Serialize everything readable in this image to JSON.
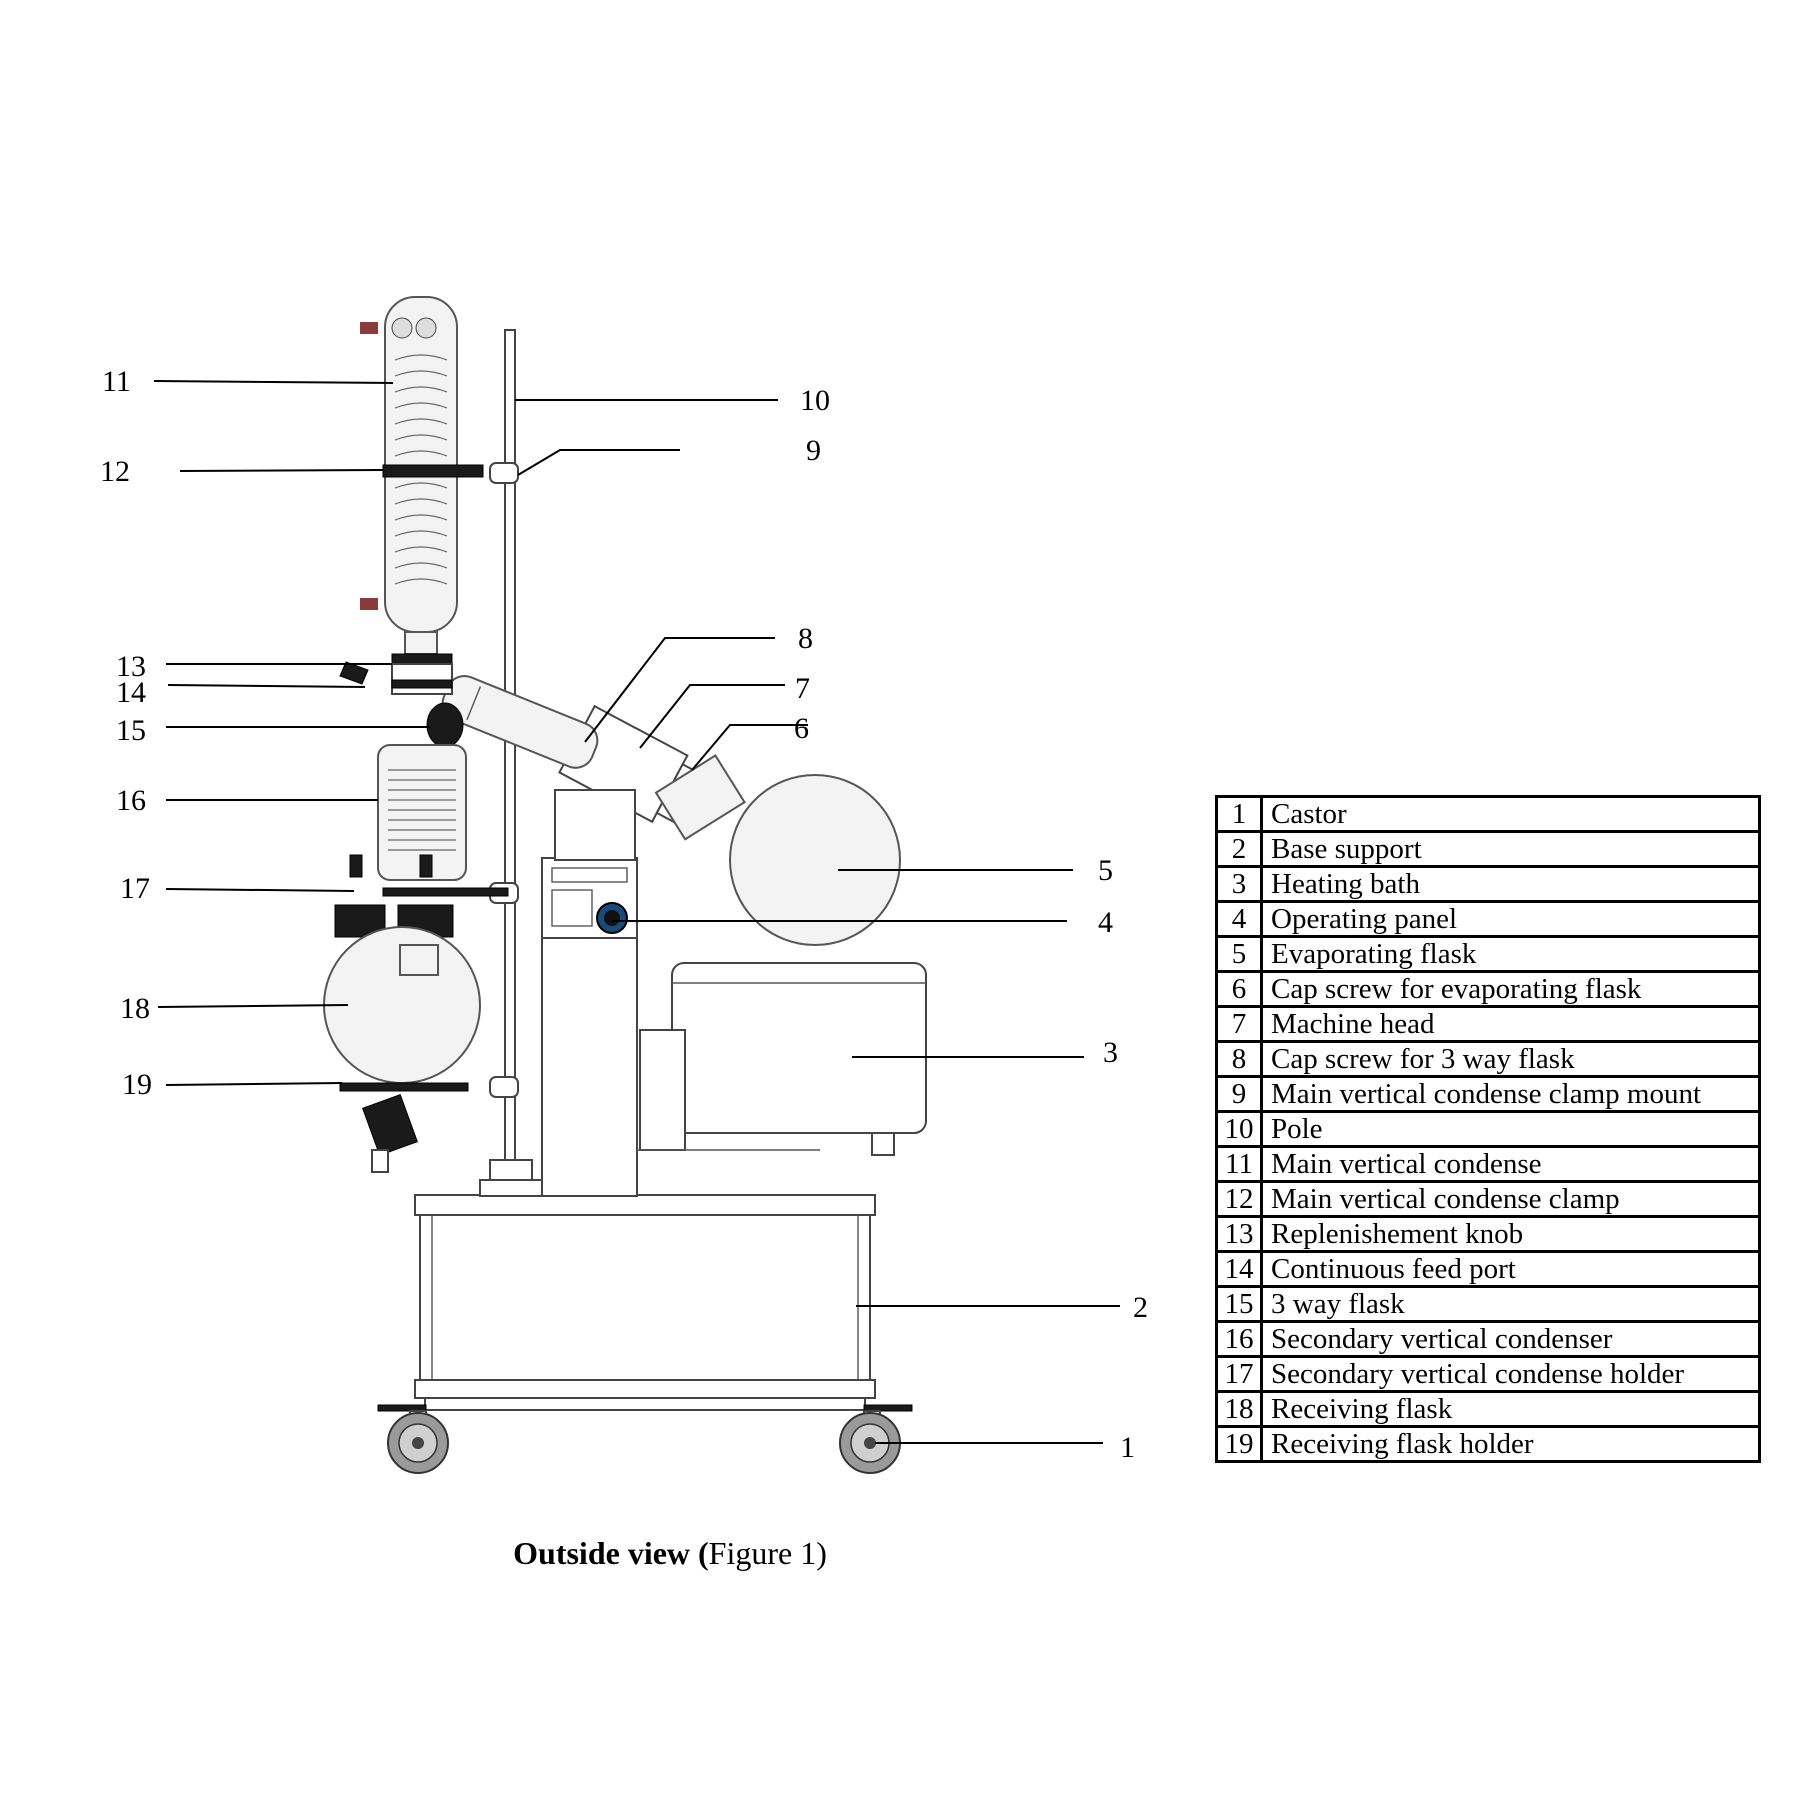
{
  "callouts": [
    {
      "n": "1"
    },
    {
      "n": "2"
    },
    {
      "n": "3"
    },
    {
      "n": "4"
    },
    {
      "n": "5"
    },
    {
      "n": "6"
    },
    {
      "n": "7"
    },
    {
      "n": "8"
    },
    {
      "n": "9"
    },
    {
      "n": "10"
    },
    {
      "n": "11"
    },
    {
      "n": "12"
    },
    {
      "n": "13"
    },
    {
      "n": "14"
    },
    {
      "n": "15"
    },
    {
      "n": "16"
    },
    {
      "n": "17"
    },
    {
      "n": "18"
    },
    {
      "n": "19"
    }
  ],
  "parts_table": {
    "rows": [
      {
        "num": "1",
        "name": "Castor"
      },
      {
        "num": "2",
        "name": "Base support"
      },
      {
        "num": "3",
        "name": "Heating bath"
      },
      {
        "num": "4",
        "name": "Operating panel"
      },
      {
        "num": "5",
        "name": "Evaporating flask"
      },
      {
        "num": "6",
        "name": "Cap screw for evaporating flask"
      },
      {
        "num": "7",
        "name": "Machine head"
      },
      {
        "num": "8",
        "name": "Cap screw for 3 way flask"
      },
      {
        "num": "9",
        "name": "Main vertical condense clamp mount"
      },
      {
        "num": "10",
        "name": "Pole"
      },
      {
        "num": "11",
        "name": "Main vertical condense"
      },
      {
        "num": "12",
        "name": "Main vertical condense clamp"
      },
      {
        "num": "13",
        "name": "Replenishement knob"
      },
      {
        "num": "14",
        "name": "Continuous feed port"
      },
      {
        "num": "15",
        "name": "3 way flask"
      },
      {
        "num": "16",
        "name": "Secondary vertical condenser"
      },
      {
        "num": "17",
        "name": "Secondary vertical condense holder"
      },
      {
        "num": "18",
        "name": "Receiving flask"
      },
      {
        "num": "19",
        "name": "Receiving flask holder"
      }
    ]
  },
  "caption": {
    "bold": "Outside view (",
    "regular": "Figure 1)"
  }
}
